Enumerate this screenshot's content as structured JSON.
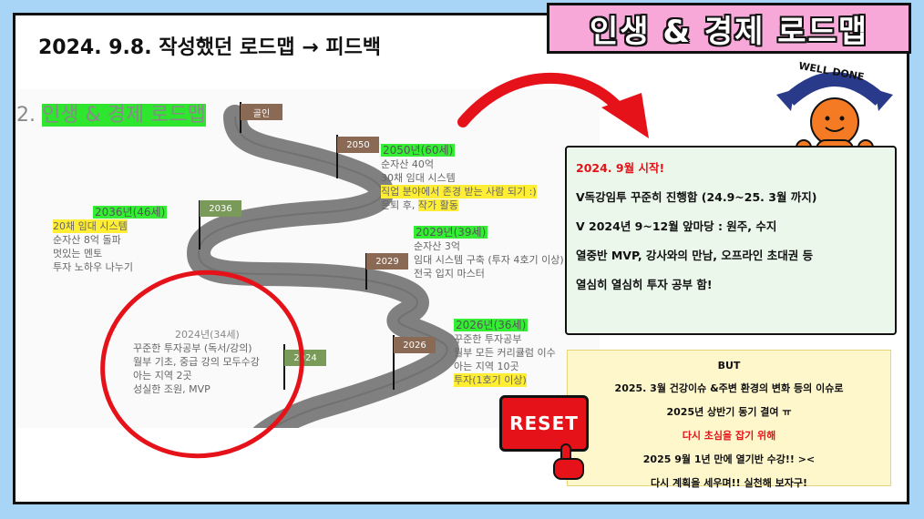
{
  "badge": {
    "title": "인생 & 경제 로드맵"
  },
  "heading": {
    "text": "2024. 9.8. 작성했던 로드맵 → 피드백"
  },
  "roadmap": {
    "title_prefix": "2. ",
    "title_highlight": "인생 & 경제 로드맵",
    "flags": {
      "top": "골인",
      "f2050": "2050",
      "f2036": "2036",
      "f2029": "2029",
      "f2026": "2026",
      "f2024": "2024"
    },
    "y2050": {
      "tag": "2050년(60세)",
      "l1": "순자산 40억",
      "l2": "30채 임대 시스템",
      "l3": "직업 분야에서 존경 받는 사람 되기 :)",
      "l4a": "은퇴 후, ",
      "l4b": "작가 활동"
    },
    "y2036": {
      "tag": "2036년(46세)",
      "l1": "20채 임대 시스템",
      "l2": "순자산 8억 돌파",
      "l3": "멋있는 멘토",
      "l4": "투자 노하우 나누기"
    },
    "y2029": {
      "tag": "2029년(39세)",
      "l1": "순자산 3억",
      "l2": "임대 시스템 구축 (투자 4호기 이상)",
      "l3": "전국 입지 마스터"
    },
    "y2026": {
      "tag": "2026년(36세)",
      "l1": "꾸준한 투자공부",
      "l2": "월부 모든 커리큘럼 이수",
      "l3": "아는 지역 10곳",
      "l4": "투자(1호기 이상)"
    },
    "y2024": {
      "title": "2024년(34세)",
      "l1": "꾸준한 투자공부 (독서/강의)",
      "l2": "월부 기초, 중급 강의 모두수강",
      "l3": "아는 지역 2곳",
      "l4": "성실한 조원, MVP"
    }
  },
  "mascot": {
    "banner": "WELL DONE"
  },
  "green_box": {
    "l1": "2024. 9월 시작!",
    "l2": "V독강임투 꾸준히 진행함 (24.9~25. 3월 까지)",
    "l3": "V 2024년 9~12월 앞마당 : 원주, 수지",
    "l4": "열중반 MVP, 강사와의 만남, 오프라인 초대권 등",
    "l5": "열심히 열심히 투자 공부 함!"
  },
  "yellow_box": {
    "l1": "BUT",
    "l2": "2025. 3월 건강이슈 &주변 환경의 변화 등의 이슈로",
    "l3": "2025년 상반기 동기 결여 ㅠ",
    "l4": "다시 초심을 잡기 위해",
    "l5": "2025 9월 1년 만에 열기반 수강!! ><",
    "l6": "다시 계획을 세우며!! 실천해 보자구!"
  },
  "reset": {
    "label": "RESET"
  },
  "colors": {
    "accent_red": "#e5121a",
    "badge_pink": "#f7a8d8",
    "bg_blue": "#a8d4f5",
    "green_highlight": "#33ee33",
    "yellow_highlight": "#ffee33"
  }
}
